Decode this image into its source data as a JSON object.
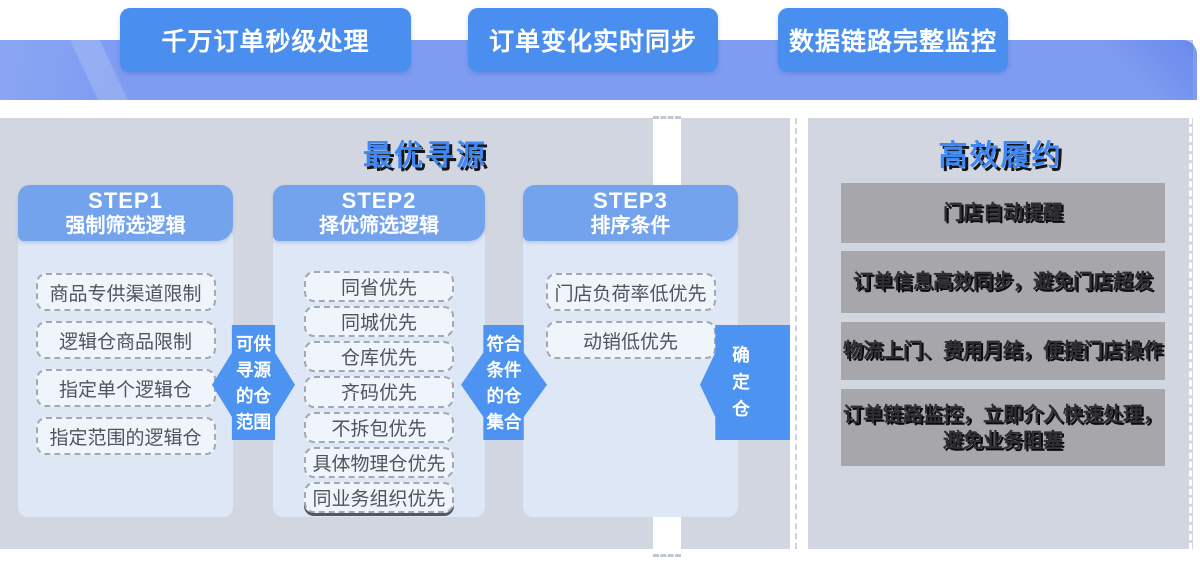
{
  "banner": {
    "badges": [
      {
        "label": "千万订单秒级处理"
      },
      {
        "label": "订单变化实时同步"
      },
      {
        "label": "数据链路完整监控"
      }
    ]
  },
  "sourcing": {
    "title": "最优寻源",
    "steps": [
      {
        "step": "STEP1",
        "subtitle": "强制筛选逻辑",
        "items": [
          "商品专供渠道限制",
          "逻辑仓商品限制",
          "指定单个逻辑仓",
          "指定范围的逻辑仓"
        ]
      },
      {
        "step": "STEP2",
        "subtitle": "择优筛选逻辑",
        "items": [
          "同省优先",
          "同城优先",
          "仓库优先",
          "齐码优先",
          "不拆包优先",
          "具体物理仓优先",
          "同业务组织优先"
        ]
      },
      {
        "step": "STEP3",
        "subtitle": "排序条件",
        "items": [
          "门店负荷率低优先",
          "动销低优先"
        ]
      }
    ],
    "connectors": [
      {
        "lines": [
          "可供",
          "寻源",
          "的仓",
          "范围"
        ]
      },
      {
        "lines": [
          "符合",
          "条件",
          "的仓",
          "集合"
        ]
      },
      {
        "lines": [
          "确",
          "定",
          "仓"
        ]
      }
    ]
  },
  "fulfillment": {
    "title": "高效履约",
    "items": [
      {
        "lines": [
          "门店自动提醒"
        ]
      },
      {
        "lines": [
          "订单信息高效同步，避免门店超发"
        ]
      },
      {
        "lines": [
          "物流上门、费用月结，便捷门店操作"
        ]
      },
      {
        "lines": [
          "订单链路监控，立即介入快速处理，",
          "避免业务阻塞"
        ]
      }
    ]
  },
  "colors": {
    "badge_blue": "#4a8ff0",
    "band_blue": "#7e9cf1",
    "header_blue": "#74a3ee",
    "connector_blue": "#4d93f2",
    "column_body": "#dde7f6",
    "panel_gray": "#d1d6e0",
    "fulfillment_box_gray": "#a7a7ab",
    "title_blue": "#3f87f3"
  }
}
